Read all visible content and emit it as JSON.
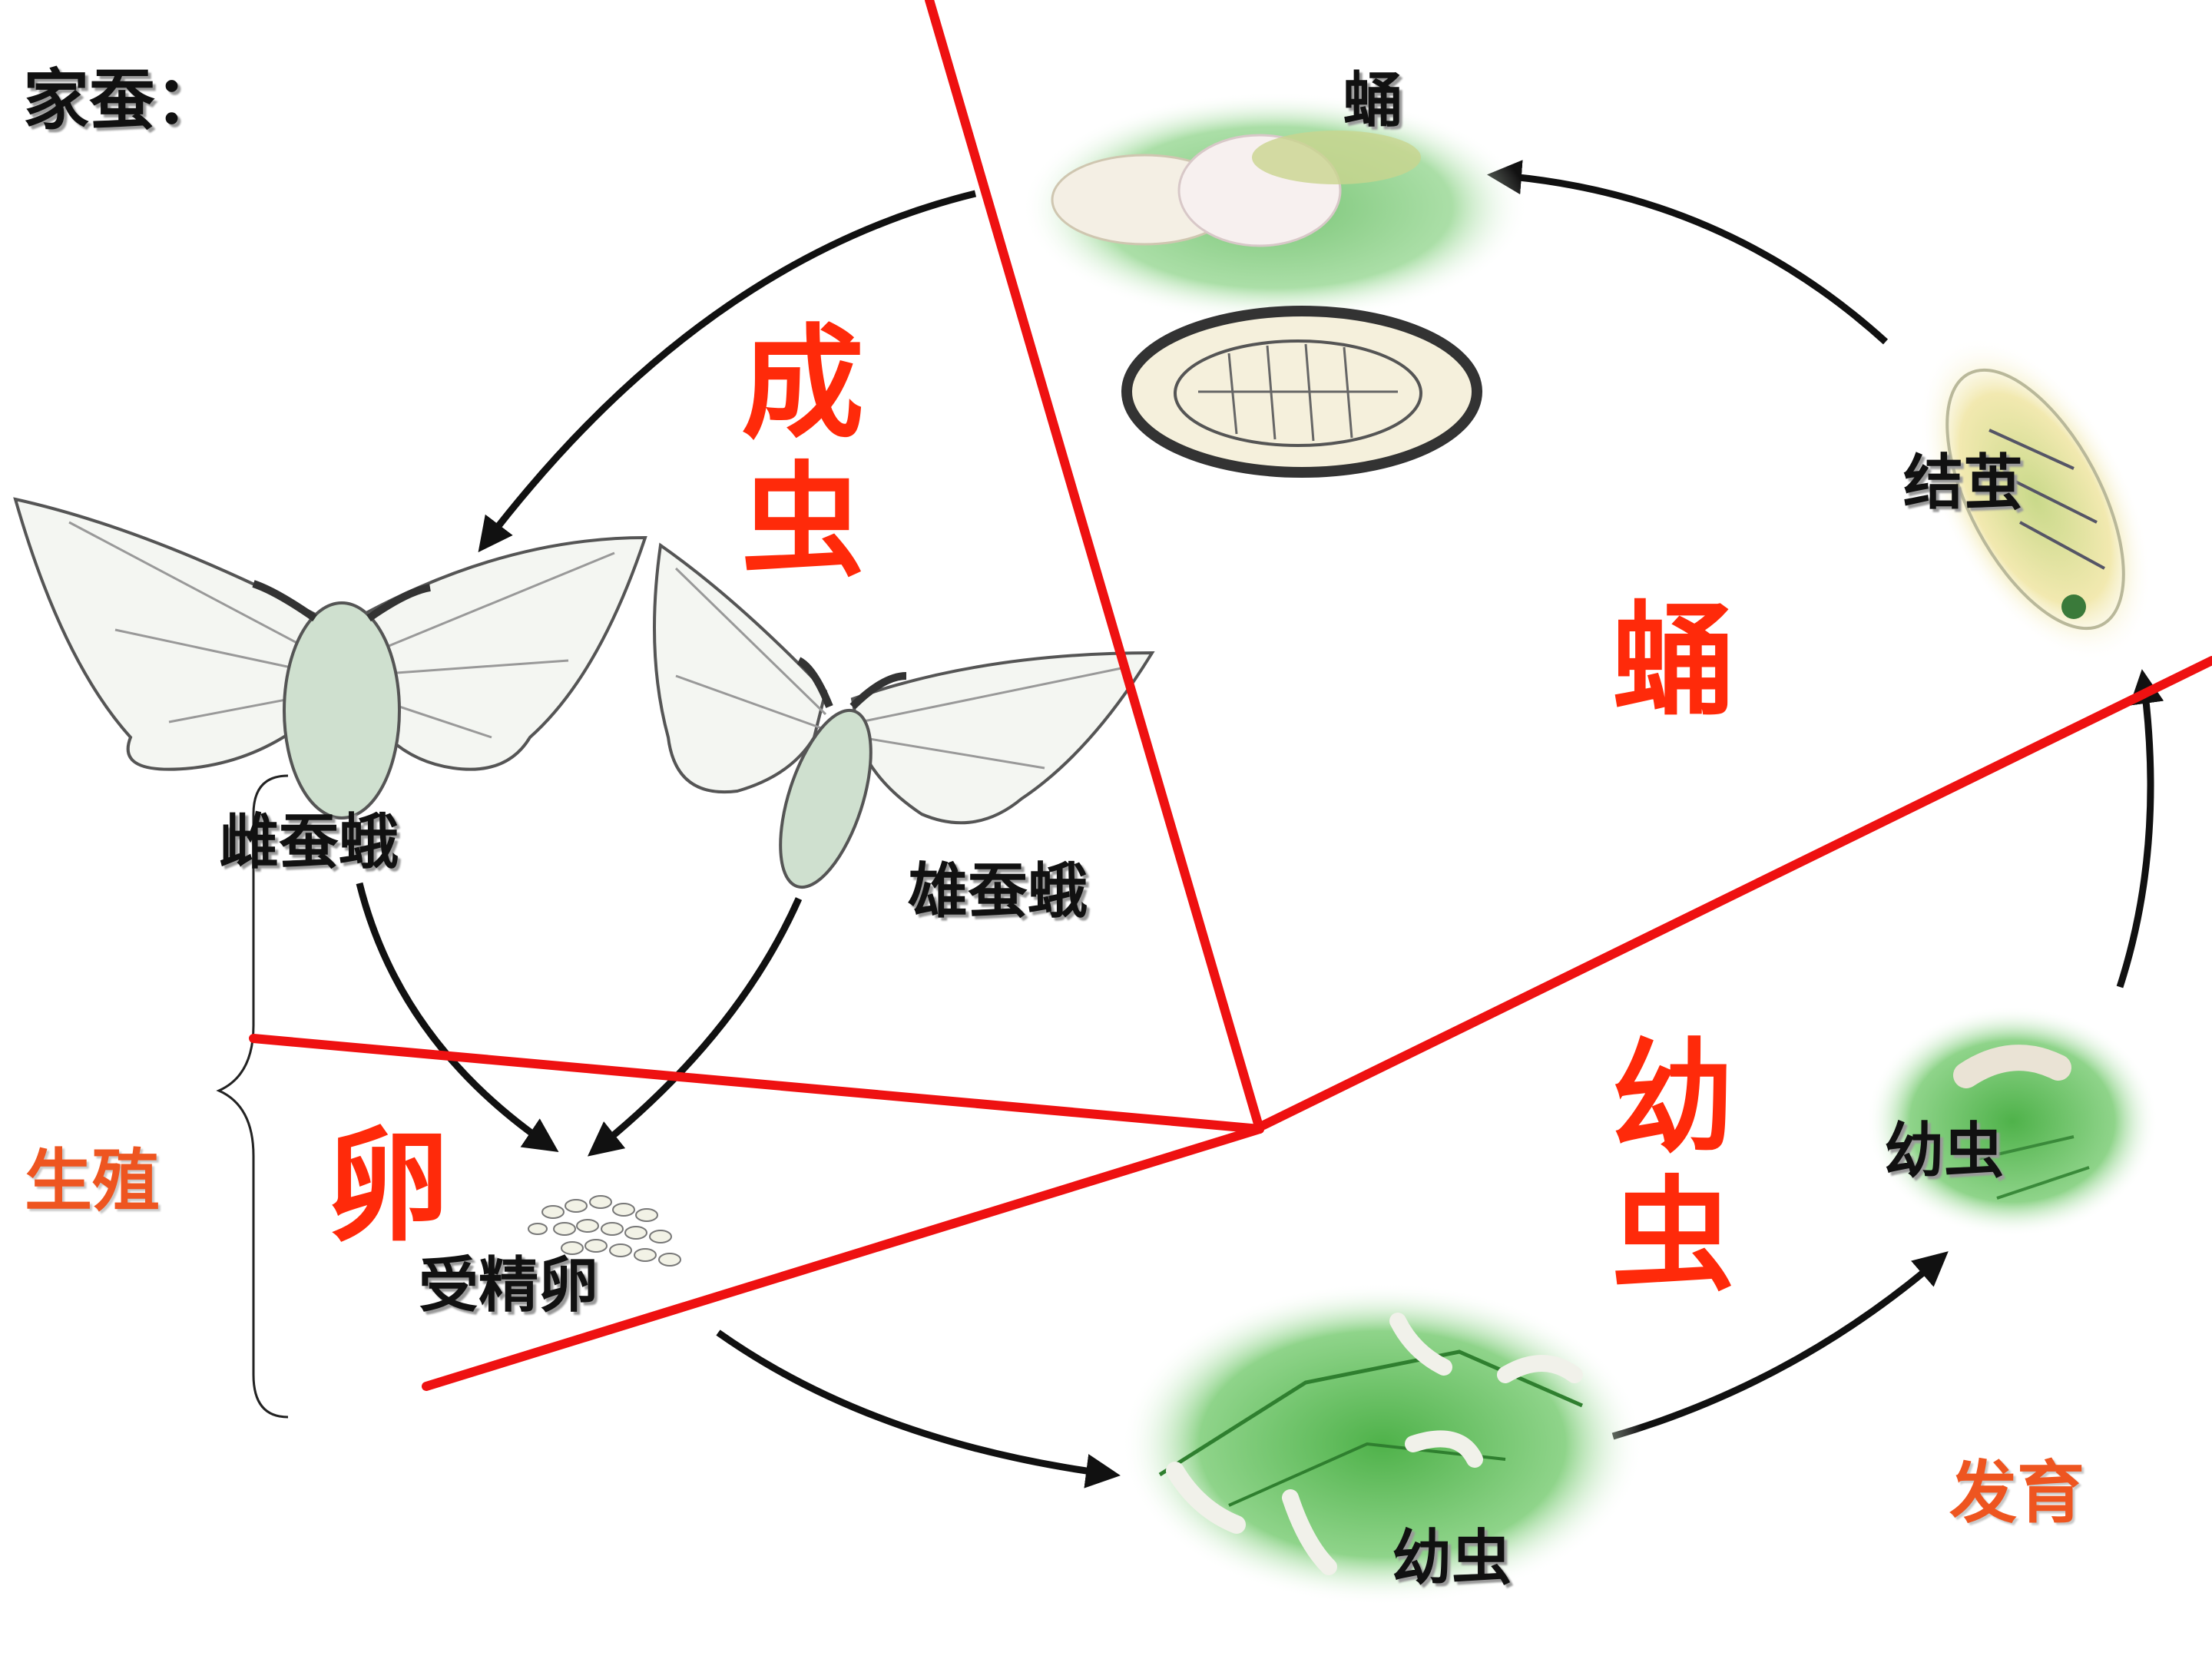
{
  "labels": {
    "title": "家蚕：",
    "pupa_top": "蛹",
    "cocoon_spinning": "结茧",
    "female_moth": "雌蚕蛾",
    "male_moth": "雄蚕蛾",
    "fertilized_egg": "受精卵",
    "larva_bottom": "幼虫",
    "larva_right": "幼虫",
    "reproduction": "生殖",
    "development": "发育"
  },
  "stages": {
    "adult": "成虫",
    "pupa": "蛹",
    "larva": "幼虫",
    "egg": "卵"
  },
  "colors": {
    "divider": "#ee1111",
    "stage_text": "#ff2a0a",
    "bracket_text": "#ee5520",
    "arrow": "#111111",
    "leaf": "#6cc26a"
  }
}
